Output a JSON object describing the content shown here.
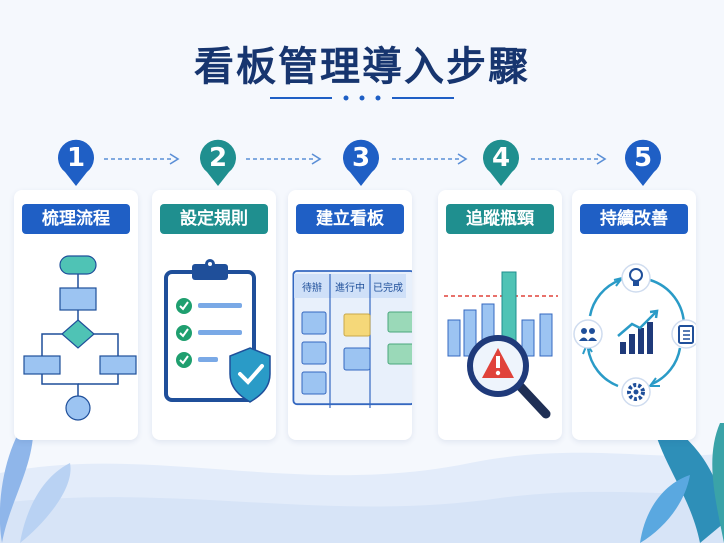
{
  "title": "看板管理導入步驟",
  "steps": [
    {
      "number": "1",
      "label": "梳理流程"
    },
    {
      "number": "2",
      "label": "設定規則"
    },
    {
      "number": "3",
      "label": "建立看板"
    },
    {
      "number": "4",
      "label": "追蹤瓶頸"
    },
    {
      "number": "5",
      "label": "持續改善"
    }
  ],
  "kanban_columns": [
    "待辦",
    "進行中",
    "已完成"
  ],
  "icons": [
    "flowchart-icon",
    "clipboard-checklist-icon",
    "kanban-board-icon",
    "bottleneck-magnifier-icon",
    "continuous-improvement-cycle-icon"
  ],
  "colors": {
    "navy": "#17356f",
    "blue": "#1f5fc5",
    "teal": "#1f8f8f",
    "alert": "#e0423a"
  }
}
